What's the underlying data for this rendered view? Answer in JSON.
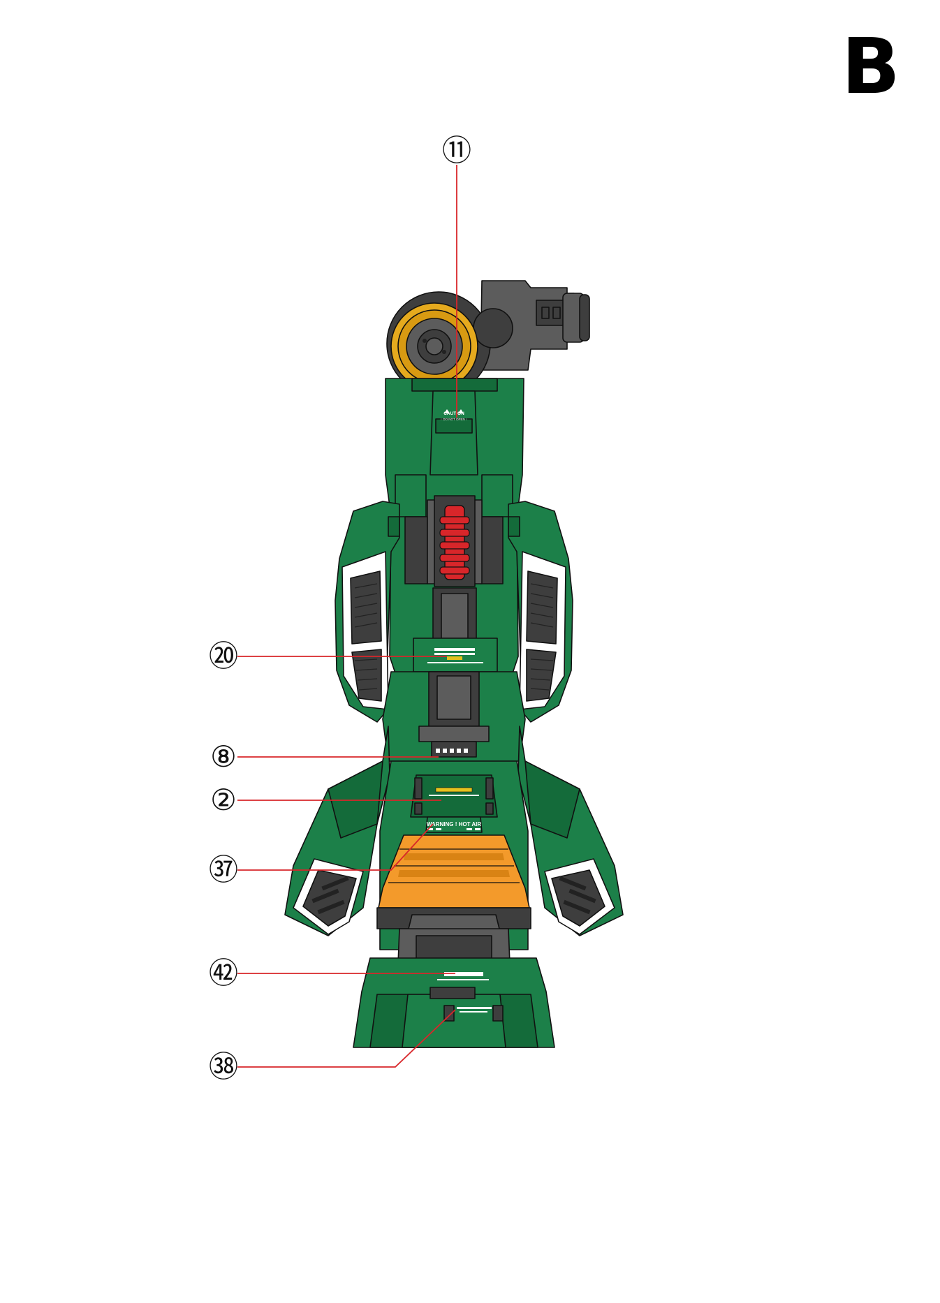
{
  "page_letter": "B",
  "callouts": [
    {
      "id": "11",
      "label": "⑪"
    },
    {
      "id": "20",
      "label": "⑳"
    },
    {
      "id": "8",
      "label": "⑧"
    },
    {
      "id": "2",
      "label": "②"
    },
    {
      "id": "37",
      "label": "㊲"
    },
    {
      "id": "42",
      "label": "㊷"
    },
    {
      "id": "38",
      "label": "㊳"
    }
  ],
  "decal_texts": {
    "caution_title": "CAUTION",
    "caution_sub": "↑ DO NOT OPEN ↑",
    "warning_hot_air": "WARNING ! HOT AIR"
  },
  "colors": {
    "green": "#1c8049",
    "green_dark": "#146b3a",
    "grey": "#5c5c5c",
    "grey_dark": "#3e3e3e",
    "orange": "#f39a2b",
    "red": "#d8262a",
    "gold": "#e5aa1e",
    "leader": "#d8262a"
  }
}
